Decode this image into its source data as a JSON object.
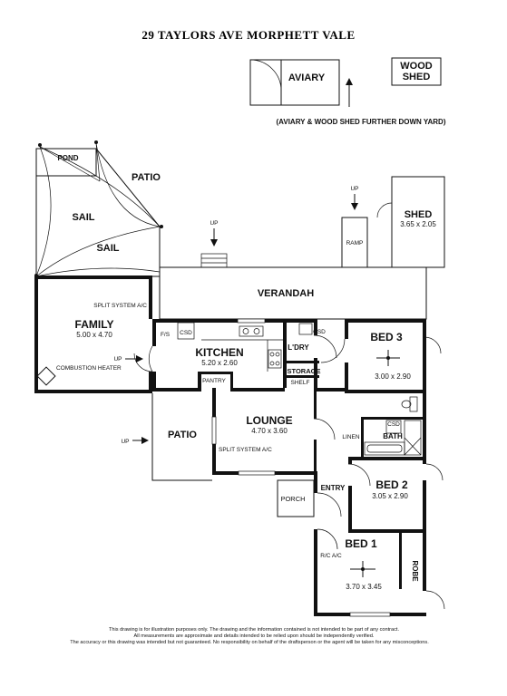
{
  "title": "29 TAYLORS AVE MORPHETT VALE",
  "outbuildings": {
    "aviary": "AVIARY",
    "wood_shed_line1": "WOOD",
    "wood_shed_line2": "SHED",
    "note": "(AVIARY & WOOD SHED FURTHER DOWN YARD)"
  },
  "rooms": {
    "pond": "POND",
    "patio_top": "PATIO",
    "sail1": "SAIL",
    "sail2": "SAIL",
    "shed": "SHED",
    "shed_dim": "3.65 x 2.05",
    "ramp": "RAMP",
    "verandah": "VERANDAH",
    "family": "FAMILY",
    "family_dim": "5.00 x 4.70",
    "kitchen": "KITCHEN",
    "kitchen_dim": "5.20 x 2.60",
    "pantry": "PANTRY",
    "ldry": "L'DRY",
    "storage": "STORAGE",
    "shelf": "SHELF",
    "bed3": "BED 3",
    "bed3_dim": "3.00 x 2.90",
    "lounge": "LOUNGE",
    "lounge_dim": "4.70 x 3.60",
    "patio_bottom": "PATIO",
    "linen": "LINEN",
    "bath": "BATH",
    "bed2": "BED 2",
    "bed2_dim": "3.05 x 2.90",
    "porch": "PORCH",
    "entry": "ENTRY",
    "bed1": "BED 1",
    "bed1_dim": "3.70 x 3.45",
    "robe": "ROBE"
  },
  "labels": {
    "up_top": "UP",
    "up_shed": "UP",
    "up_family": "UP",
    "up_patio": "UP",
    "split_ac_family": "SPLIT SYSTEM A/C",
    "combustion_heater": "COMBUSTION HEATER",
    "fs": "F/S",
    "csd_kitchen": "CSD",
    "csd_ldry": "CSD",
    "csd_bath": "CSD",
    "split_ac_lounge": "SPLIT SYSTEM A/C",
    "rc_ac": "R/C A/C"
  },
  "disclaimer": {
    "line1": "This drawing is for illustration purposes only. The drawing and the information contained is not intended to be part of any contract.",
    "line2": "All measurements are approximate and details intended to be relied upon should be independently verified.",
    "line3": "The accuracy or this drawing was intended but not guaranteed. No responsibility on behalf of the draftsperson or the agent will be taken for any misconceptions."
  }
}
